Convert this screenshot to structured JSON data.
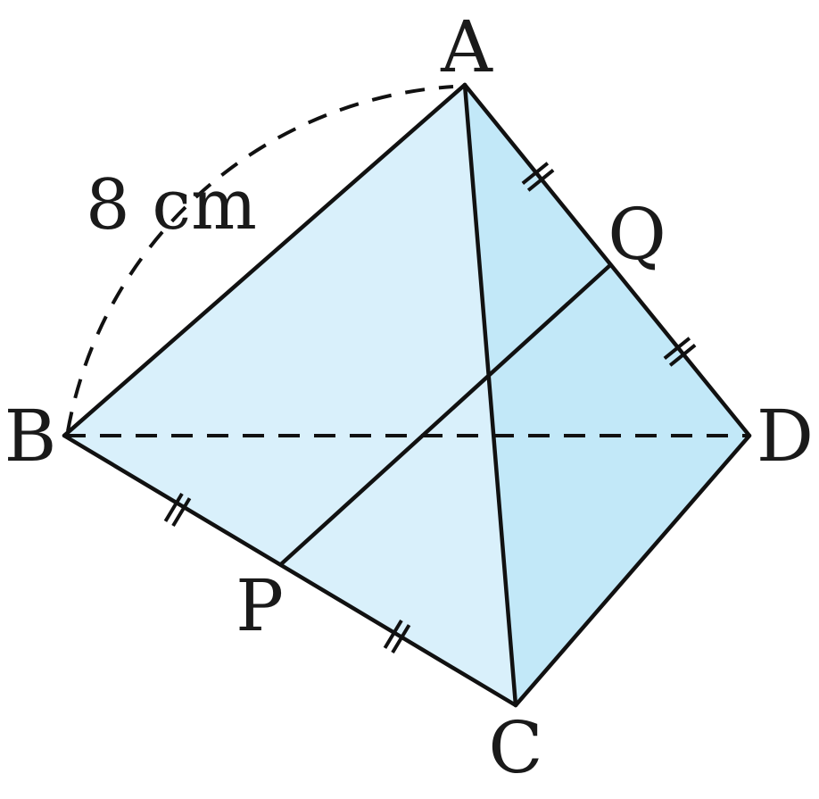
{
  "figure": {
    "vertex_labels": {
      "A": "A",
      "B": "B",
      "C": "C",
      "D": "D",
      "P": "P",
      "Q": "Q"
    },
    "edge_length_label": "8 cm",
    "colors": {
      "face_front_left": "#d9f0fb",
      "face_front_right": "#c2e8f8",
      "edge_stroke": "#111111"
    }
  }
}
